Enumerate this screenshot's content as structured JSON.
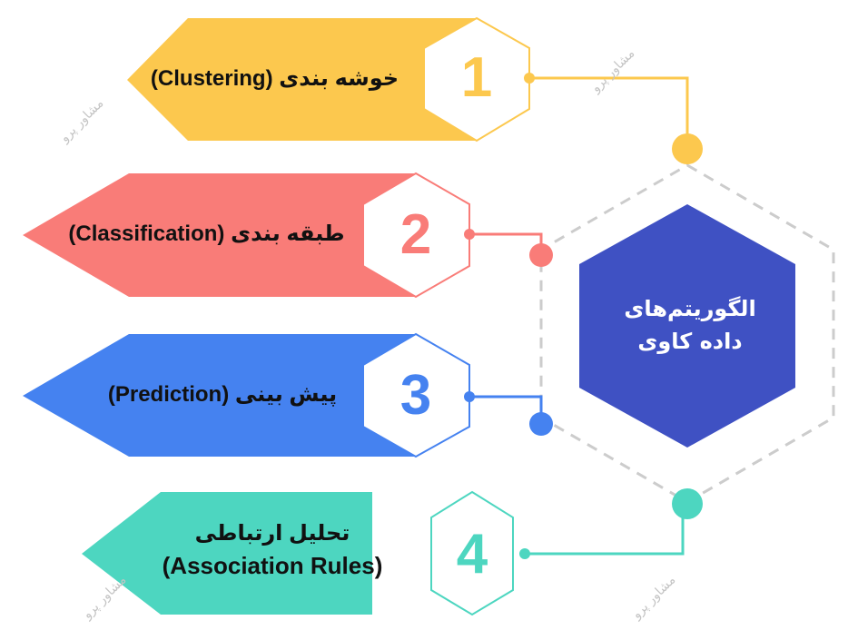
{
  "title": {
    "line1": "الگوریتم‌های",
    "line2": "داده کاوی",
    "color": "#3f51c3"
  },
  "items": [
    {
      "number": "1",
      "label": "خوشه بندی (Clustering)",
      "color": "#fcc84e"
    },
    {
      "number": "2",
      "label": "طبقه بندی (Classification)",
      "color": "#f97c78"
    },
    {
      "number": "3",
      "label": "پیش بینی (Prediction)",
      "color": "#4582f0"
    },
    {
      "number": "4",
      "label_line1": "تحلیل ارتباطی",
      "label_line2": "(Association Rules)",
      "color": "#4dd6c0"
    }
  ],
  "watermark": "مشاور پرو",
  "dashed_outline_color": "#cccccc"
}
